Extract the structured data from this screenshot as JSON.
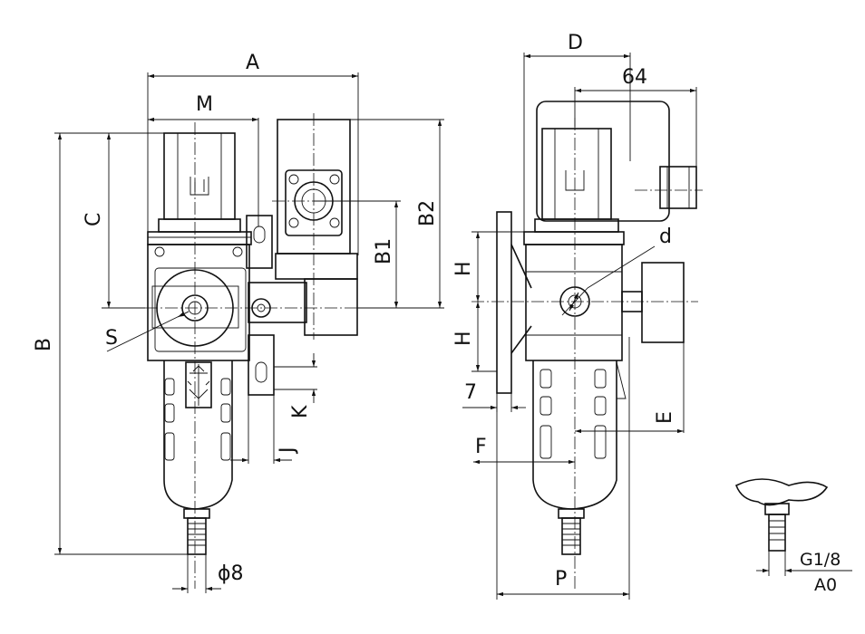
{
  "labels": {
    "A": "A",
    "M": "M",
    "B": "B",
    "B1": "B1",
    "B2": "B2",
    "C": "C",
    "S": "S",
    "K": "K",
    "J": "J",
    "phi8": "ϕ8",
    "D": "D",
    "d64": "64",
    "d": "d",
    "H1": "H",
    "H2": "H",
    "d7": "7",
    "E": "E",
    "F": "F",
    "P": "P",
    "G18": "G1/8",
    "A0": "A0"
  }
}
